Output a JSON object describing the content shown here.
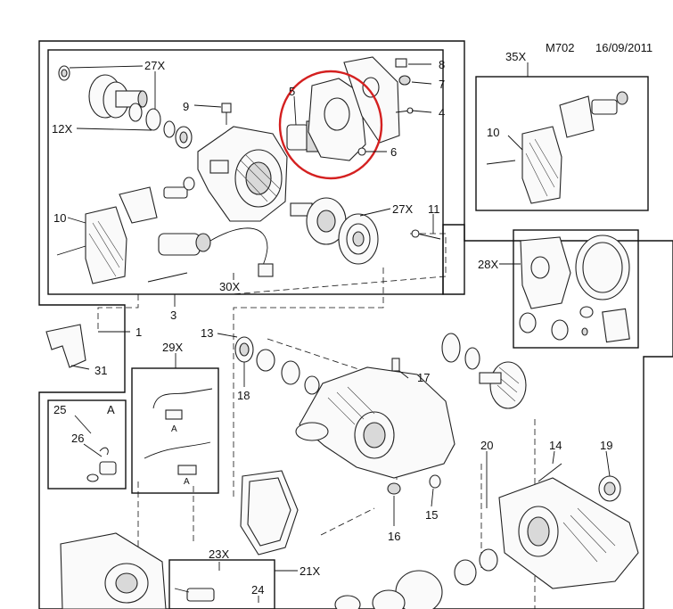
{
  "header": {
    "code": "M702",
    "date": "16/09/2011"
  },
  "highlight": {
    "color": "#d42020"
  },
  "callouts": {
    "c27x_top": "27X",
    "c12x": "12X",
    "c9": "9",
    "c5": "5",
    "c8": "8",
    "c7": "7",
    "c4": "4",
    "c6": "6",
    "c10_main": "10",
    "c27x_mid": "27X",
    "c11": "11",
    "c30x": "30X",
    "c3": "3",
    "c1": "1",
    "c31": "31",
    "c35x": "35X",
    "c10_kit": "10",
    "c28x": "28X",
    "c13": "13",
    "c18": "18",
    "c17": "17",
    "c29x": "29X",
    "cA_top": "A",
    "cA_bot": "A",
    "c25": "25",
    "c26": "26",
    "cA_box": "A",
    "c20": "20",
    "c14": "14",
    "c19": "19",
    "c15": "15",
    "c16": "16",
    "c23x": "23X",
    "c24": "24",
    "c21x": "21X"
  }
}
